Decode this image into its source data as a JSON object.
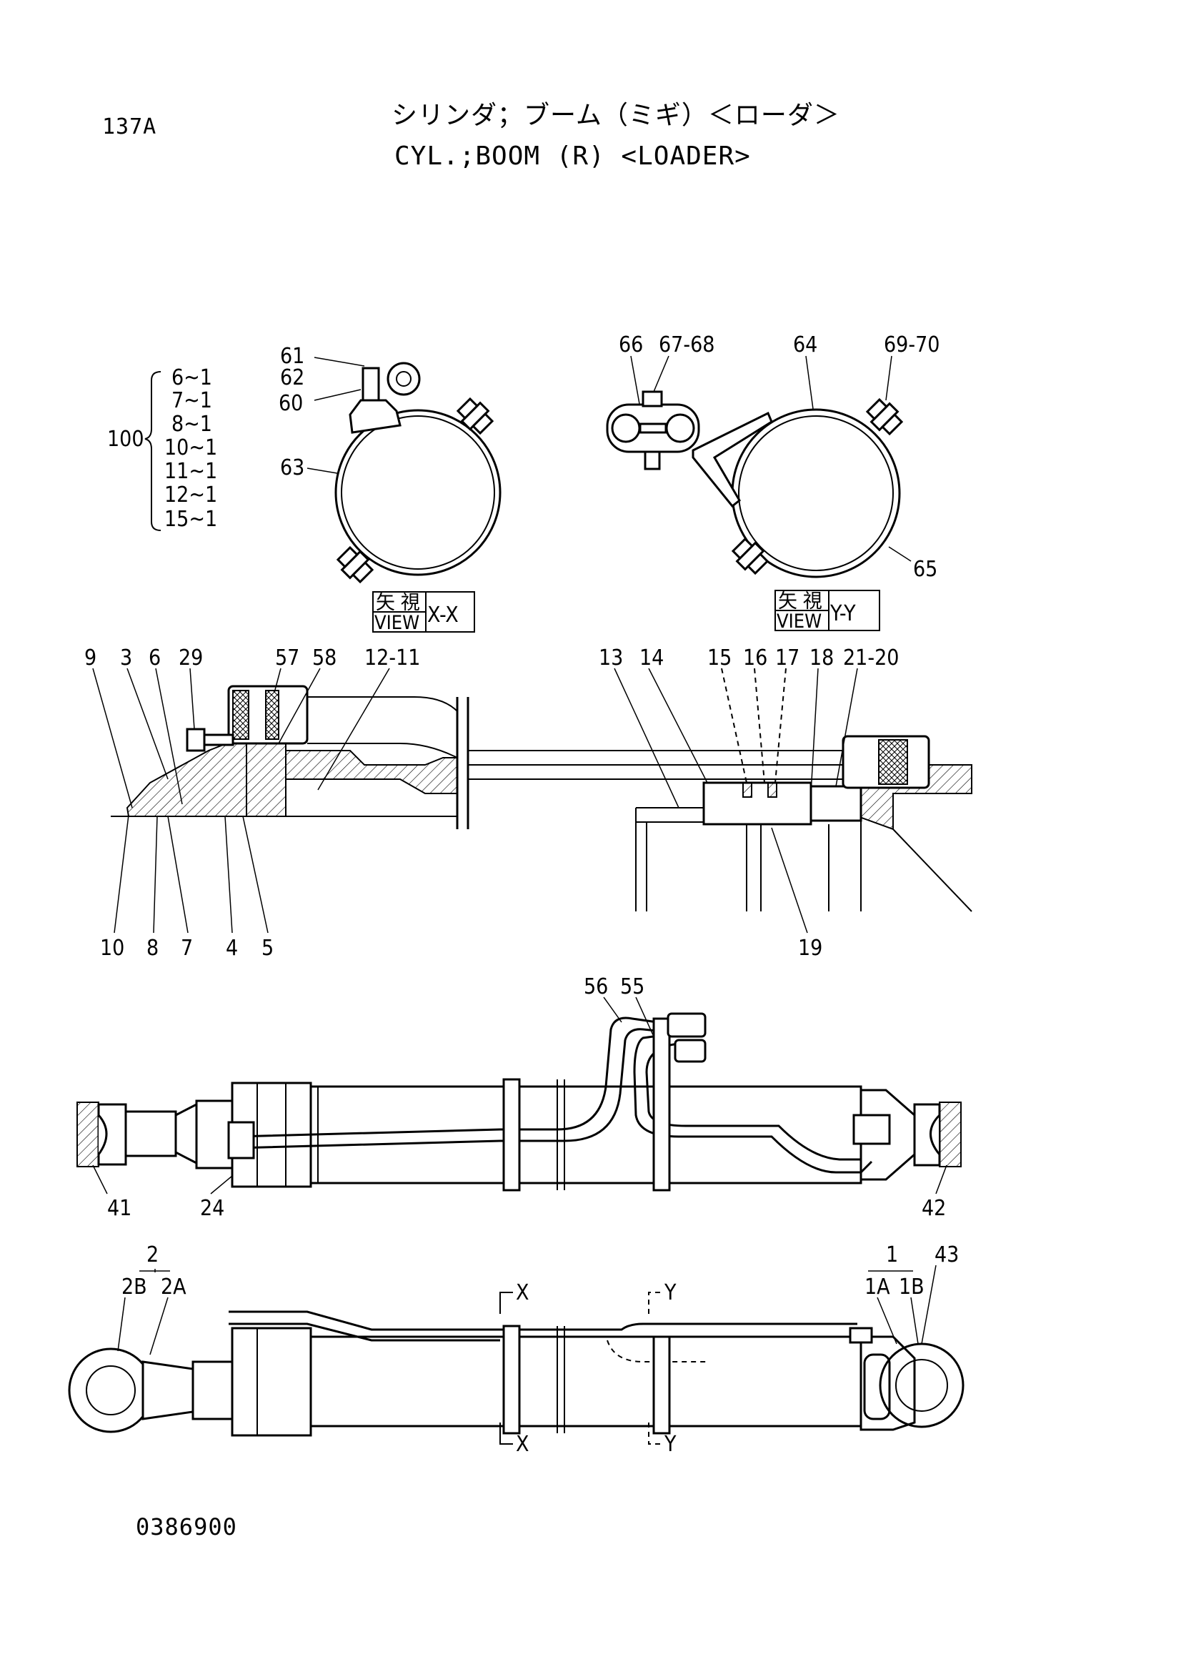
{
  "header": {
    "page_id": "137A",
    "title_jp": "シリンダ；ブーム（ミギ）＜ローダ＞",
    "title_en": "CYL.;BOOM (R) <LOADER>"
  },
  "footer": {
    "drawing_number": "0386900"
  },
  "kit": {
    "label": "100",
    "items": [
      "6~1",
      "7~1",
      "8~1",
      "10~1",
      "11~1",
      "12~1",
      "15~1"
    ]
  },
  "view_x": {
    "box_jp": "矢 視",
    "box_en": "VIEW",
    "suffix": "X-X",
    "callouts": {
      "c61": "61",
      "c62": "62",
      "c60": "60",
      "c63": "63"
    }
  },
  "view_y": {
    "box_jp": "矢 視",
    "box_en": "VIEW",
    "suffix": "Y-Y",
    "callouts": {
      "c66": "66",
      "c6768": "67-68",
      "c64": "64",
      "c6970": "69-70",
      "c65": "65"
    }
  },
  "section_view": {
    "top_callouts": {
      "c9": "9",
      "c3": "3",
      "c6": "6",
      "c29": "29",
      "c57": "57",
      "c58": "58",
      "c1211": "12-11",
      "c13": "13",
      "c14": "14",
      "c15": "15",
      "c16": "16",
      "c17": "17",
      "c18": "18",
      "c2120": "21-20"
    },
    "bottom_callouts": {
      "c10": "10",
      "c8": "8",
      "c7": "7",
      "c4": "4",
      "c5": "5",
      "c19": "19"
    }
  },
  "top_view": {
    "callouts": {
      "c56": "56",
      "c55": "55",
      "c41": "41",
      "c24": "24",
      "c42": "42"
    }
  },
  "side_view": {
    "callouts": {
      "c2": "2",
      "c2B": "2B",
      "c2A": "2A",
      "c1": "1",
      "c43": "43",
      "c1A": "1A",
      "c1B": "1B",
      "secX_top": "X",
      "secX_bot": "X",
      "secY_top": "Y",
      "secY_bot": "Y"
    }
  }
}
